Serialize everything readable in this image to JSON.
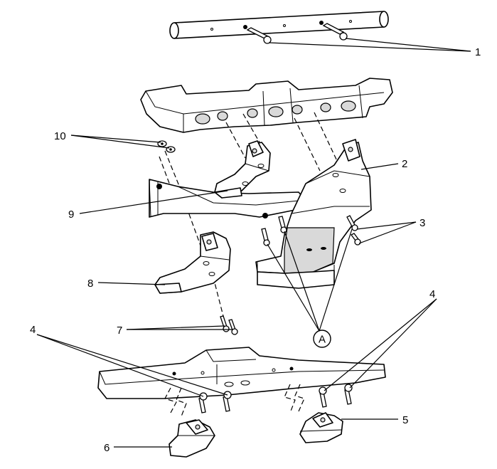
{
  "diagram": {
    "callouts": [
      {
        "id": "1",
        "label": "1"
      },
      {
        "id": "2",
        "label": "2"
      },
      {
        "id": "3",
        "label": "3"
      },
      {
        "id": "4a",
        "label": "4"
      },
      {
        "id": "4b",
        "label": "4"
      },
      {
        "id": "5",
        "label": "5"
      },
      {
        "id": "6",
        "label": "6"
      },
      {
        "id": "7",
        "label": "7"
      },
      {
        "id": "8",
        "label": "8"
      },
      {
        "id": "9",
        "label": "9"
      },
      {
        "id": "10",
        "label": "10"
      }
    ],
    "detail_marker": {
      "label": "A"
    }
  }
}
